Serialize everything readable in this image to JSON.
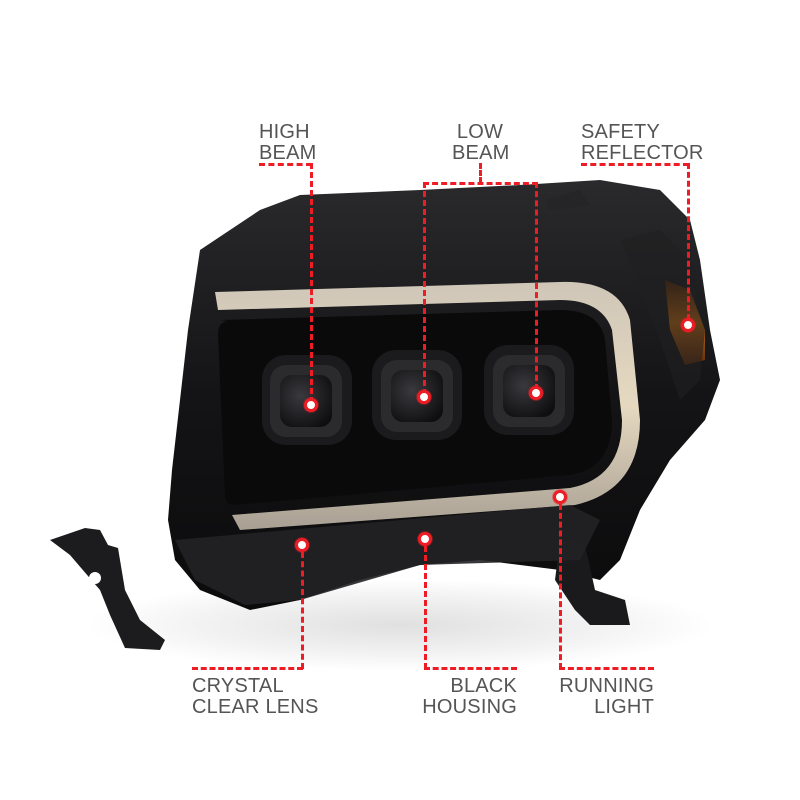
{
  "image": {
    "subject": "headlight-assembly",
    "accent_color": "#ee1c25",
    "label_color": "#555555"
  },
  "labels": {
    "high_beam": {
      "line1": "HIGH",
      "line2": "BEAM"
    },
    "low_beam": {
      "line1": "LOW",
      "line2": "BEAM"
    },
    "safety_reflector": {
      "line1": "SAFETY",
      "line2": "REFLECTOR"
    },
    "crystal_clear_lens": {
      "line1": "CRYSTAL",
      "line2": "CLEAR LENS"
    },
    "black_housing": {
      "line1": "BLACK",
      "line2": "HOUSING"
    },
    "running_light": {
      "line1": "RUNNING",
      "line2": "LIGHT"
    }
  }
}
